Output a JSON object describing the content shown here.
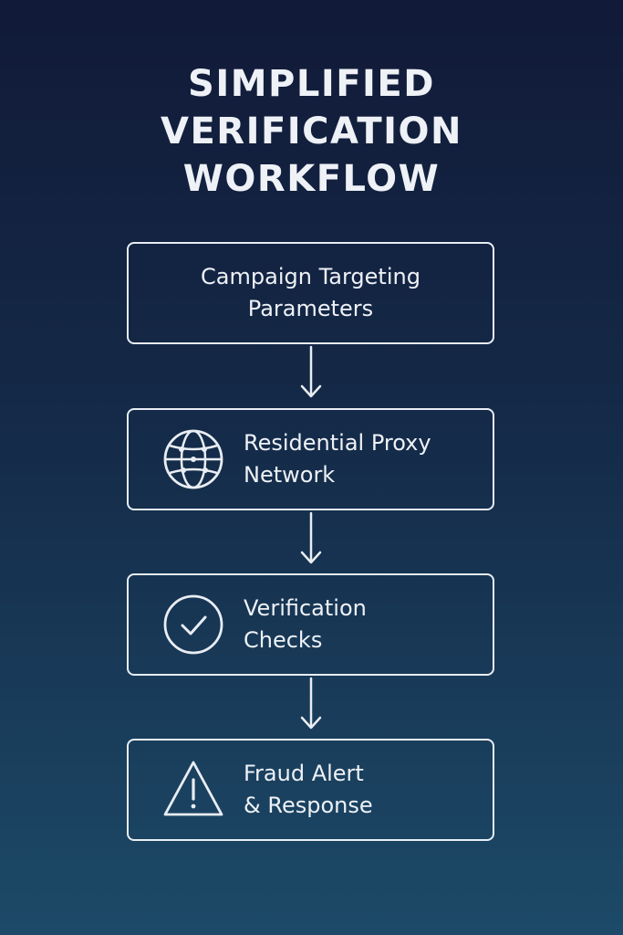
{
  "title": {
    "line1": "SIMPLIFIED",
    "line2": "VERIFICATION",
    "line3": "WORKFLOW"
  },
  "steps": [
    {
      "line1": "Campaign Targeting",
      "line2": "Parameters",
      "icon": "none"
    },
    {
      "line1": "Residential Proxy",
      "line2": "Network",
      "icon": "globe-icon"
    },
    {
      "line1": "Verification",
      "line2": "Checks",
      "icon": "checkmark-circle-icon"
    },
    {
      "line1": "Fraud Alert",
      "line2": "& Response",
      "icon": "warning-triangle-icon"
    }
  ],
  "colors": {
    "background_top": "#111a38",
    "background_bottom": "#1c4a68",
    "stroke": "#e9edf3",
    "text": "#eef1f6"
  }
}
